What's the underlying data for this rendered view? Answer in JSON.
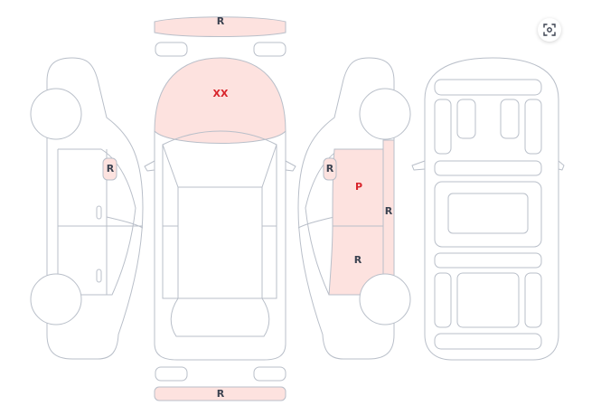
{
  "diagram": {
    "marks": {
      "front_bumper": "R",
      "hood": "XX",
      "left_mirror": "R",
      "right_mirror": "R",
      "right_front_door": "P",
      "right_rear_door": "R",
      "right_roof_rail": "R",
      "rear_bumper": "R"
    },
    "colors": {
      "outline": "#b9bfc9",
      "damaged_fill": "#fde2df",
      "repair_label": "#3b4250",
      "replace_label": "#d8242b"
    }
  },
  "toolbar": {
    "fullscreen_icon": "scan-focus-icon"
  }
}
